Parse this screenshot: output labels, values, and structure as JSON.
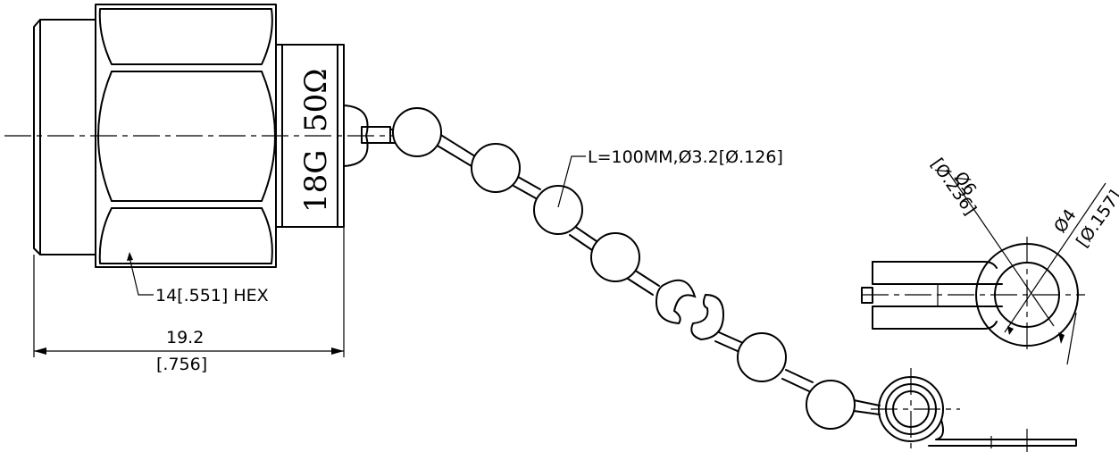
{
  "labels": {
    "chain_spec": "L=100MM,Ø3.2[Ø.126]",
    "hex_size": "14[.551] HEX",
    "overall_length_mm": "19.2",
    "overall_length_in": "[.756]",
    "impedance_marking": "50Ω",
    "gauge_marking": "18G",
    "outer_dia_mm": "Ø6",
    "outer_dia_in": "[Ø.236]",
    "inner_dia_mm": "Ø4",
    "inner_dia_in": "[Ø.157]"
  }
}
